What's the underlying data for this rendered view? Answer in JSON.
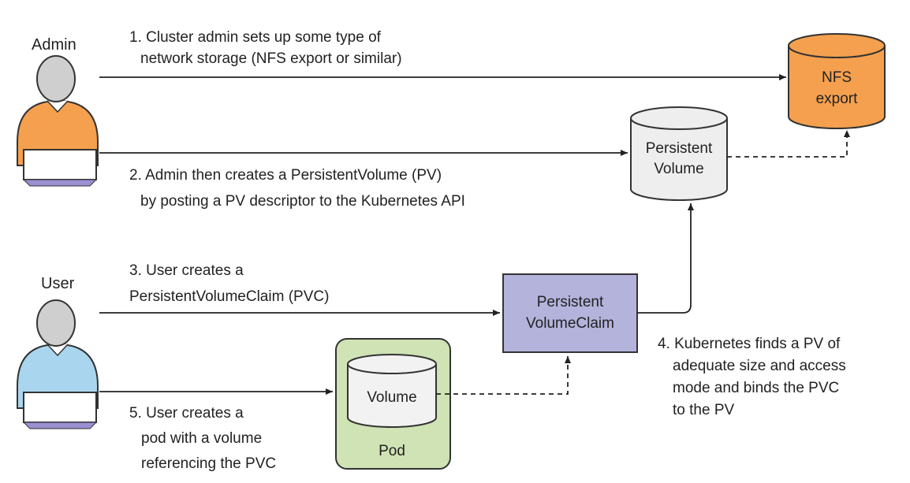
{
  "actors": {
    "admin": {
      "label": "Admin"
    },
    "user": {
      "label": "User"
    }
  },
  "steps": {
    "step1": {
      "line1": "1. Cluster admin sets up some type of",
      "line2": "network storage (NFS export or similar)"
    },
    "step2": {
      "line1": "2. Admin then creates a PersistentVolume (PV)",
      "line2": "by posting a PV descriptor to the Kubernetes API"
    },
    "step3": {
      "line1": "3. User creates a",
      "line2": "PersistentVolumeClaim (PVC)"
    },
    "step4": {
      "line1": "4. Kubernetes finds a PV of",
      "line2": "adequate size and access",
      "line3": "mode and binds the PVC",
      "line4": "to the PV"
    },
    "step5": {
      "line1": "5. User creates a",
      "line2": "pod with a volume",
      "line3": "referencing the PVC"
    }
  },
  "nodes": {
    "nfs_export": {
      "line1": "NFS",
      "line2": "export"
    },
    "persistent_volume": {
      "line1": "Persistent",
      "line2": "Volume"
    },
    "pvc": {
      "line1": "Persistent",
      "line2": "VolumeClaim"
    },
    "pod_volume": {
      "label": "Volume"
    },
    "pod": {
      "label": "Pod"
    }
  },
  "colors": {
    "admin_body": "#f5a04f",
    "user_body": "#a9d6ee",
    "head": "#cfcfcf",
    "laptop": "#9a90d2",
    "nfs_fill": "#f5a04f",
    "pv_fill": "#eeeeee",
    "pvc_fill": "#b3b3dc",
    "pod_fill": "#cfe3b4"
  }
}
